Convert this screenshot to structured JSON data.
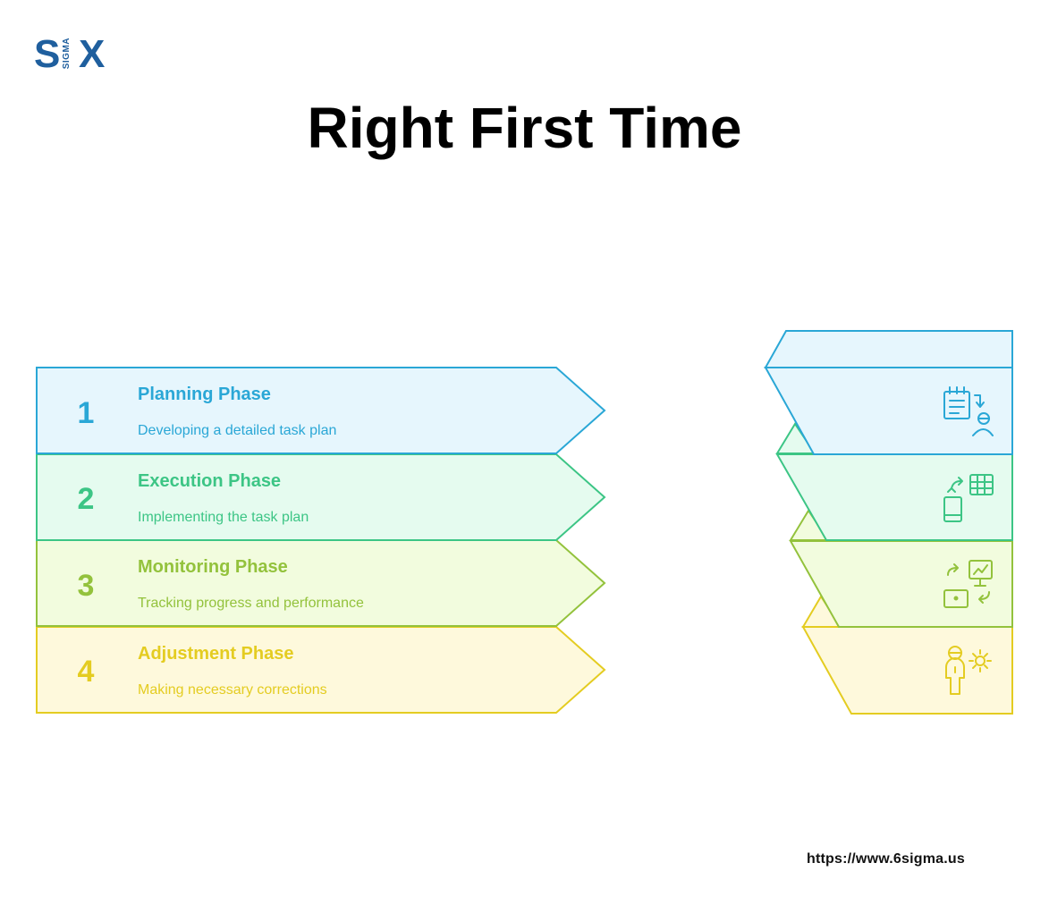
{
  "logo": {
    "s": "S",
    "sigma": "SIGMA",
    "x": "X"
  },
  "title": "Right First Time",
  "phases": [
    {
      "number": "1",
      "title": "Planning Phase",
      "description": "Developing a detailed task plan",
      "color": "#2aa7d6",
      "fill": "#e6f6fd",
      "icon": "plan-document-person-icon"
    },
    {
      "number": "2",
      "title": "Execution Phase",
      "description": "Implementing the task plan",
      "color": "#3cc585",
      "fill": "#e5fbef",
      "icon": "phone-grid-exchange-icon"
    },
    {
      "number": "3",
      "title": "Monitoring Phase",
      "description": "Tracking progress and performance",
      "color": "#93c23c",
      "fill": "#f2fcde",
      "icon": "monitor-chart-icon"
    },
    {
      "number": "4",
      "title": "Adjustment Phase",
      "description": "Making necessary corrections",
      "color": "#e4cc21",
      "fill": "#fef9dc",
      "icon": "person-gear-icon"
    }
  ],
  "footer": {
    "url": "https://www.6sigma.us"
  }
}
